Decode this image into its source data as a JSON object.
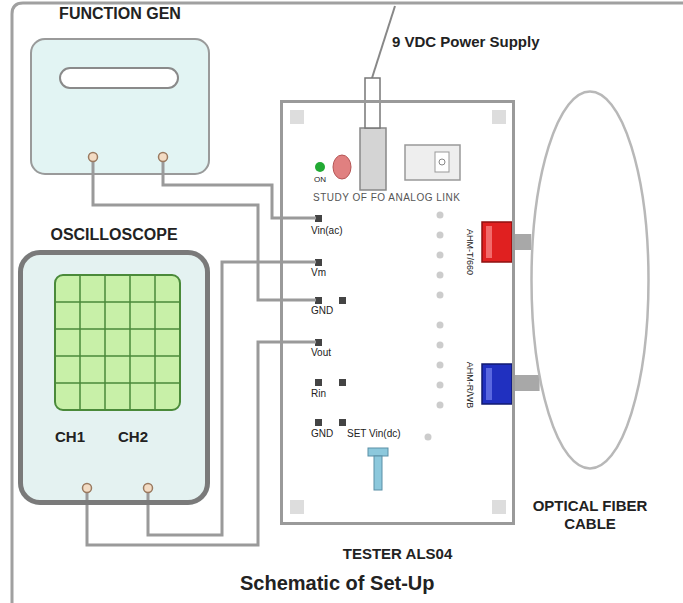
{
  "diagram": {
    "caption": "Schematic of Set-Up",
    "nodes": [
      {
        "text": [
          "FUNCTION GEN"
        ]
      },
      {
        "text": [
          "OSCILLOSCOPE",
          "CH1",
          "CH2"
        ]
      },
      {
        "text": [
          "STUDY OF FO ANALOG LINK",
          "TESTER ALS04"
        ]
      },
      {
        "text": [
          "OPTICAL FIBER CABLE"
        ]
      }
    ],
    "edges": [
      {
        "from": 0,
        "to": 2,
        "arrow": "none"
      },
      {
        "from": 0,
        "to": 2,
        "arrow": "none"
      },
      {
        "from": 1,
        "to": 2,
        "arrow": "none"
      },
      {
        "from": 1,
        "to": 2,
        "arrow": "none"
      },
      {
        "from": 2,
        "to": 3,
        "arrow": "none"
      },
      {
        "from": 2,
        "to": 3,
        "arrow": "none"
      }
    ],
    "labels": [
      "9 VDC Power Supply",
      "ON",
      "Vin(ac)",
      "Vm",
      "GND",
      "Vout",
      "Rin",
      "GND",
      "SET Vin(dc)",
      "AHM-T/660",
      "AHM-R/WB"
    ]
  }
}
